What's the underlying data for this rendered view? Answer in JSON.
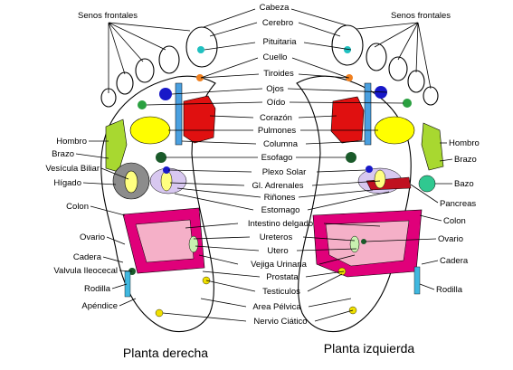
{
  "captions": {
    "right_foot": "Planta derecha",
    "left_foot": "Planta izquierda"
  },
  "labels": {
    "cabeza": "Cabeza",
    "cerebro": "Cerebro",
    "senos_left": "Senos frontales",
    "senos_right": "Senos frontales",
    "pituitaria": "Pituitaria",
    "cuello": "Cuello",
    "tiroides": "Tiroides",
    "ojos": "Ojos",
    "oido": "Oído",
    "corazon": "Corazón",
    "pulmones": "Pulmones",
    "columna": "Columna",
    "esofago": "Esofago",
    "plexo_solar": "Plexo Solar",
    "gl_adrenales": "Gl. Adrenales",
    "rinones": "Riñones",
    "estomago": "Estomago",
    "intestino_delgado": "Intestino delgado",
    "ureteros": "Ureteros",
    "utero": "Utero",
    "vejiga_urinaria": "Vejiga Urinaria",
    "prostata": "Prostata",
    "testiculos": "Testiculos",
    "area_pelvica": "Area Pélvica",
    "nervio_ciatico": "Nervio Ciático",
    "hombro_left": "Hombro",
    "brazo_left": "Brazo",
    "vesicula_biliar": "Vesícula Biliar",
    "higado": "Hígado",
    "colon_left": "Colon",
    "ovario_left": "Ovario",
    "cadera_left": "Cadera",
    "valvula_ileocecal": "Valvula Ileocecal",
    "rodilla_left": "Rodilla",
    "apendice": "Apéndice",
    "hombro_right": "Hombro",
    "brazo_right": "Brazo",
    "bazo": "Bazo",
    "pancreas": "Pancreas",
    "colon_right": "Colon",
    "ovario_right": "Ovario",
    "cadera_right": "Cadera",
    "rodilla_right": "Rodilla"
  },
  "colors": {
    "heart": "#e01010",
    "lungs": "#ffff00",
    "spine": "#4aa0e0",
    "eyes": "#1818c8",
    "ear": "#2aa040",
    "shoulder": "#a8d830",
    "liver": "#8c8c8c",
    "gallbladder": "#ffff80",
    "colon_band": "#e0007a",
    "intestine": "#f5b0c8",
    "kidney": "#d8c8f0",
    "pituitary": "#20c0c0",
    "thyroid": "#f08020",
    "solar_plexus": "#1a5a2a",
    "bladder": "#c8f0b0",
    "points": "#f0e000",
    "pelvic": "#ffe000",
    "knee": "#40b8e0",
    "spleen": "#30c890"
  }
}
